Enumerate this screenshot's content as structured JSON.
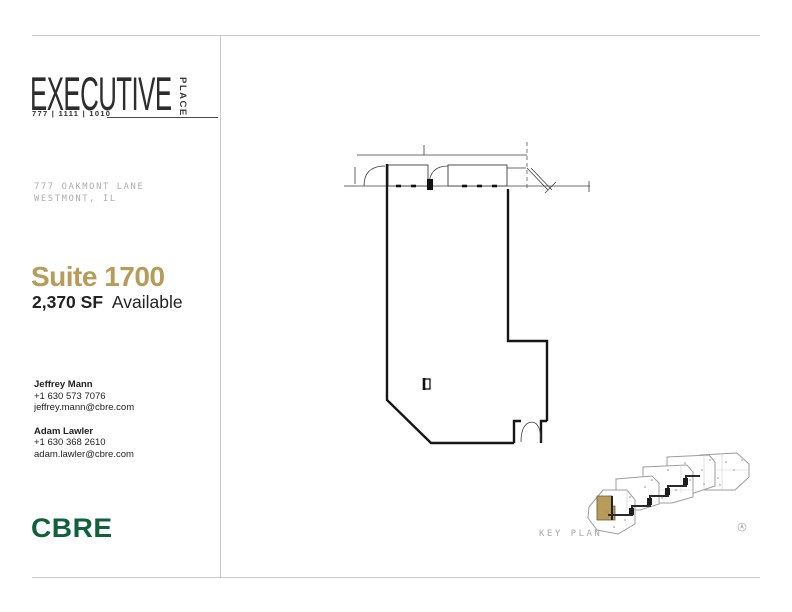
{
  "branding": {
    "logo_title": "EXECUTIVE",
    "logo_place": "PLACE",
    "logo_numbers": "777  |  1111  |  1010",
    "cbre_logo": "CBRE",
    "cbre_green": "#10603c"
  },
  "property": {
    "address_line1": "777 OAKMONT LANE",
    "address_line2": "WESTMONT, IL"
  },
  "listing": {
    "suite_title": "Suite 1700",
    "size": "2,370 SF",
    "size_suffix": "Available",
    "accent_gold": "#b69b59"
  },
  "contacts": [
    {
      "name": "Jeffrey Mann",
      "phone": "+1 630 573 7076",
      "email": "jeffrey.mann@cbre.com"
    },
    {
      "name": "Adam Lawler",
      "phone": "+1 630 368 2610",
      "email": "adam.lawler@cbre.com"
    }
  ],
  "key_plan": {
    "label": "KEY PLAN",
    "highlight_color": "#b69b59",
    "compass_icon": "north-arrow-icon"
  }
}
